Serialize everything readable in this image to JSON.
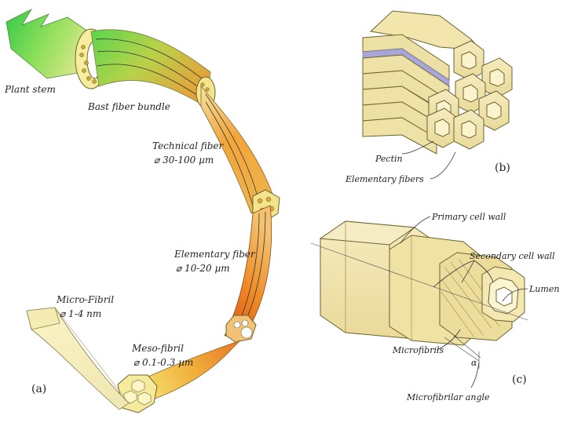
{
  "panels": {
    "a": "(a)",
    "b": "(b)",
    "c": "(c)"
  },
  "panel_a": {
    "plant_stem": "Plant stem",
    "bast_fiber_bundle": "Bast fiber bundle",
    "technical_fiber": "Technical fiber",
    "technical_fiber_size": "⌀ 30-100 µm",
    "elementary_fiber": "Elementary fiber",
    "elementary_fiber_size": "⌀ 10-20 µm",
    "micro_fibril": "Micro-Fibril",
    "micro_fibril_size": "⌀ 1-4 nm",
    "meso_fibril": "Meso-fibril",
    "meso_fibril_size": "⌀ 0.1-0.3 µm"
  },
  "panel_b": {
    "pectin": "Pectin",
    "elementary_fibers": "Elementary fibers"
  },
  "panel_c": {
    "primary_cell_wall": "Primary cell wall",
    "secondary_cell_wall": "Secondary cell wall",
    "lumen": "Lumen",
    "microfibrils": "Microfibrils",
    "microfibrilar_angle": "Microfibrilar angle",
    "alpha": "α"
  },
  "colors": {
    "stem_green": "#4fd24a",
    "fiber_yellow": "#f3e08a",
    "fiber_orange": "#f08a1e",
    "fiber_red": "#e0501a",
    "cell_fill": "#f1e4a8",
    "cell_outline": "#6d6330",
    "pectin_blue": "#a8a6d6"
  }
}
